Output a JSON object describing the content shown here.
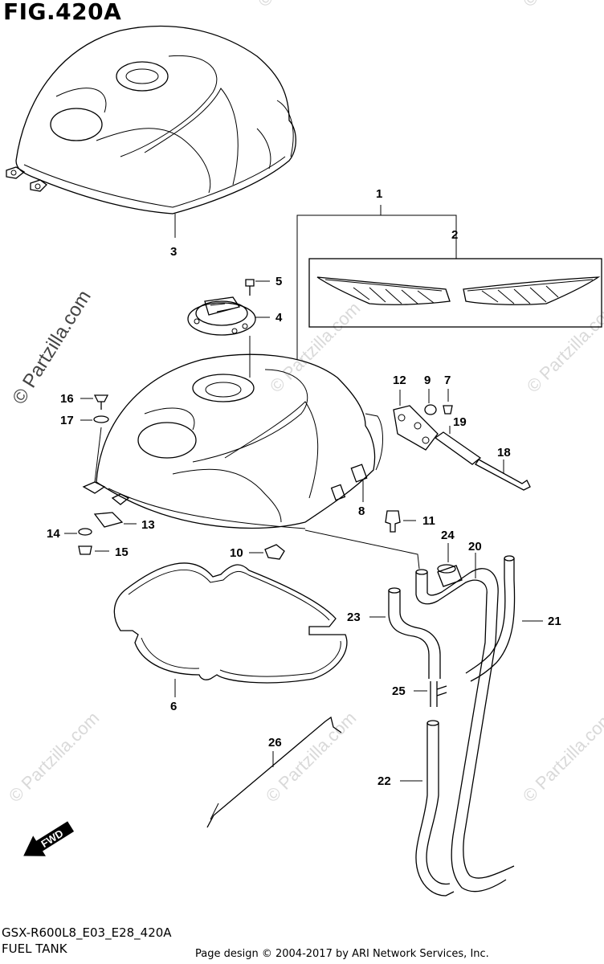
{
  "figure": {
    "title": "FIG.420A",
    "model_code": "GSX-R600L8_E03_E28_420A",
    "part_name": "FUEL TANK",
    "copyright": "Page design © 2004-2017 by ARI Network Services, Inc.",
    "watermark": "© Partzilla.com",
    "fwd_label": "FWD"
  },
  "callouts": [
    "1",
    "2",
    "3",
    "4",
    "5",
    "6",
    "7",
    "8",
    "9",
    "10",
    "11",
    "12",
    "13",
    "14",
    "15",
    "16",
    "17",
    "18",
    "19",
    "20",
    "21",
    "22",
    "23",
    "24",
    "25",
    "26"
  ]
}
